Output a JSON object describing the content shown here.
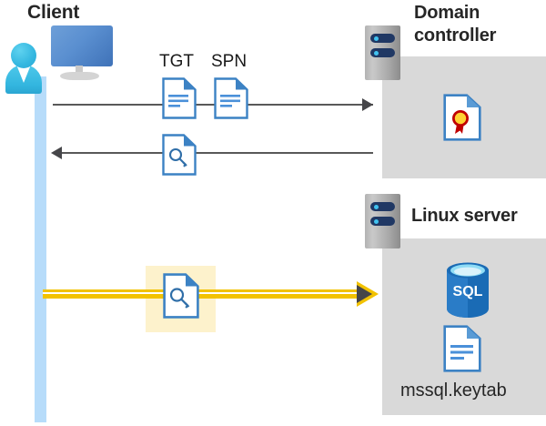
{
  "diagram": {
    "title_client": "Client",
    "title_domain_controller": "Domain\ncontroller",
    "title_domain_controller_line1": "Domain",
    "title_domain_controller_line2": "controller",
    "title_linux_server": "Linux server",
    "labels": {
      "tgt": "TGT",
      "spn": "SPN",
      "keytab_file": "mssql.keytab",
      "sql_icon_text": "SQL"
    },
    "icons": {
      "client": "user-with-monitor-icon",
      "domain_controller_rack": "server-rack-icon",
      "linux_server_rack": "server-rack-icon",
      "tgt_document": "document-icon",
      "spn_document": "document-icon",
      "ticket_key_document": "key-document-icon",
      "gold_key_document": "key-document-icon",
      "certificate": "certificate-document-icon",
      "database": "sql-database-icon",
      "keytab_document": "document-icon"
    },
    "flows": [
      {
        "name": "request",
        "direction": "right",
        "from": "Client",
        "to": "Domain controller",
        "style": "gray-solid"
      },
      {
        "name": "response",
        "direction": "left",
        "from": "Domain controller",
        "to": "Client",
        "style": "gray-solid"
      },
      {
        "name": "authenticate",
        "direction": "right",
        "from": "Client",
        "to": "Linux server",
        "style": "gold-highlight"
      }
    ],
    "colors": {
      "panel_gray": "#d9d9d9",
      "lifeline_blue": "#b7dcfa",
      "arrow_gray": "#595959",
      "gold": "#f2c200",
      "highlight_yellow": "#fdf2cc",
      "doc_blue": "#3c82c4",
      "sql_blue": "#1a6bb5",
      "text_dark": "#262626"
    }
  }
}
